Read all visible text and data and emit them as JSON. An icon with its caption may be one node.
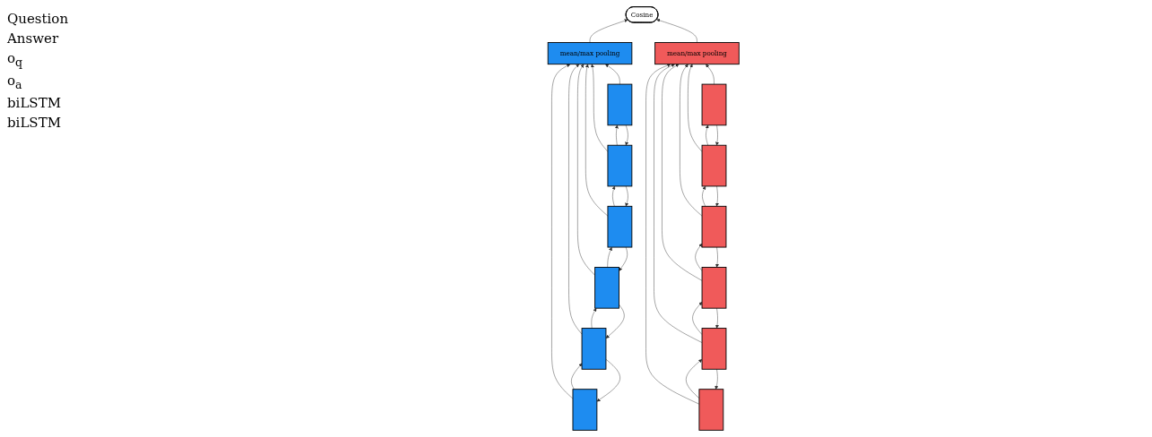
{
  "diagram": {
    "nodes": [
      {
        "text": [
          "Cosine"
        ]
      },
      {
        "text": [
          "mean/max pooling"
        ]
      },
      {
        "text": [
          "mean/max pooling"
        ]
      },
      {
        "text": [],
        "shape": "bar"
      },
      {
        "text": [],
        "shape": "bar"
      },
      {
        "text": [],
        "shape": "bar"
      },
      {
        "text": [],
        "shape": "bar"
      },
      {
        "text": [],
        "shape": "bar"
      },
      {
        "text": [],
        "shape": "bar"
      },
      {
        "text": [],
        "shape": "bar"
      },
      {
        "text": [],
        "shape": "bar"
      },
      {
        "text": [],
        "shape": "bar"
      },
      {
        "text": [],
        "shape": "bar"
      },
      {
        "text": [],
        "shape": "bar"
      },
      {
        "text": [],
        "shape": "bar"
      }
    ],
    "edges": [
      {
        "from": 1,
        "to": 0,
        "arrow": "to"
      },
      {
        "from": 2,
        "to": 0,
        "arrow": "to"
      },
      {
        "from": 3,
        "to": 1,
        "arrow": "to"
      },
      {
        "from": 4,
        "to": 1,
        "arrow": "to"
      },
      {
        "from": 5,
        "to": 1,
        "arrow": "to"
      },
      {
        "from": 6,
        "to": 1,
        "arrow": "to"
      },
      {
        "from": 7,
        "to": 1,
        "arrow": "to"
      },
      {
        "from": 8,
        "to": 1,
        "arrow": "to"
      },
      {
        "from": 9,
        "to": 2,
        "arrow": "to"
      },
      {
        "from": 10,
        "to": 2,
        "arrow": "to"
      },
      {
        "from": 11,
        "to": 2,
        "arrow": "to"
      },
      {
        "from": 12,
        "to": 2,
        "arrow": "to"
      },
      {
        "from": 13,
        "to": 2,
        "arrow": "to"
      },
      {
        "from": 14,
        "to": 2,
        "arrow": "to"
      },
      {
        "from": 3,
        "to": 4,
        "arrow": "to"
      },
      {
        "from": 4,
        "to": 5,
        "arrow": "to"
      },
      {
        "from": 5,
        "to": 6,
        "arrow": "to"
      },
      {
        "from": 6,
        "to": 7,
        "arrow": "to"
      },
      {
        "from": 7,
        "to": 8,
        "arrow": "to"
      },
      {
        "from": 4,
        "to": 3,
        "arrow": "to"
      },
      {
        "from": 5,
        "to": 4,
        "arrow": "to"
      },
      {
        "from": 6,
        "to": 5,
        "arrow": "to"
      },
      {
        "from": 7,
        "to": 6,
        "arrow": "to"
      },
      {
        "from": 8,
        "to": 7,
        "arrow": "to"
      },
      {
        "from": 9,
        "to": 10,
        "arrow": "to"
      },
      {
        "from": 10,
        "to": 11,
        "arrow": "to"
      },
      {
        "from": 11,
        "to": 12,
        "arrow": "to"
      },
      {
        "from": 12,
        "to": 13,
        "arrow": "to"
      },
      {
        "from": 13,
        "to": 14,
        "arrow": "to"
      },
      {
        "from": 10,
        "to": 9,
        "arrow": "to"
      },
      {
        "from": 11,
        "to": 10,
        "arrow": "to"
      },
      {
        "from": 12,
        "to": 11,
        "arrow": "to"
      },
      {
        "from": 13,
        "to": 12,
        "arrow": "to"
      },
      {
        "from": 14,
        "to": 13,
        "arrow": "to"
      }
    ],
    "labels": [
      "Question",
      "Answer",
      "o$_{q}$",
      "o$_{a}$",
      "biLSTM",
      "biLSTM"
    ]
  }
}
